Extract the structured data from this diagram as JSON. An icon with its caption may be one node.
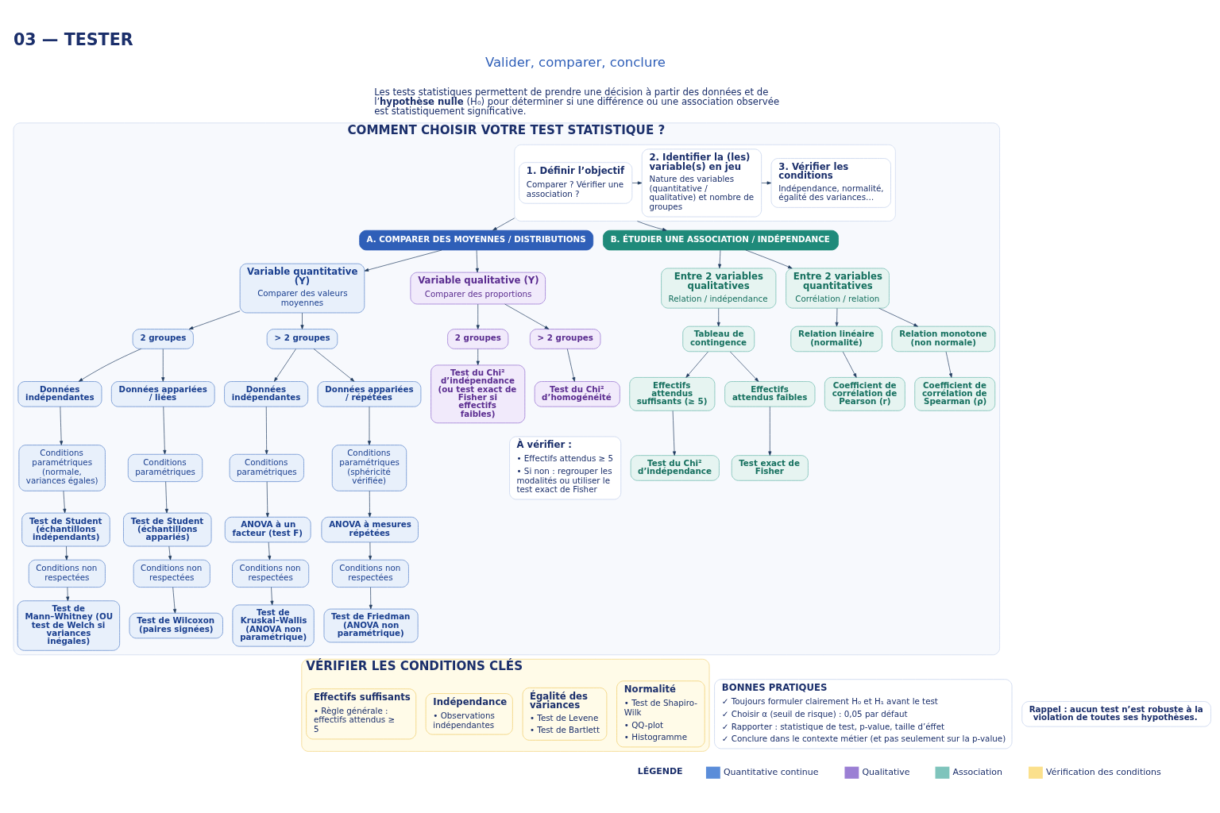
{
  "diagram": {
    "title": "03 — TESTER",
    "nodes": [
      {
        "text": [
          "COMMENT CHOISIR VOTRE TEST STATISTIQUE ?"
        ]
      },
      {
        "text": [],
        "shape": "box",
        "in": 0
      },
      {
        "text": [
          "1. Définir l’objectif",
          "Comparer ? Vérifier une association ?"
        ],
        "in": 1
      },
      {
        "text": [
          "2. Identifier la (les) variable(s) en jeu",
          "Nature des variables (quantitative / qualitative) et nombre de groupes"
        ],
        "in": 1
      },
      {
        "text": [
          "3. Vérifier les conditions",
          "Indépendance, normalité, égalité des variances…"
        ],
        "in": 1
      },
      {
        "text": [
          "A. COMPARER DES MOYENNES / DISTRIBUTIONS"
        ],
        "in": 0
      },
      {
        "text": [
          "B. ÉTUDIER UNE ASSOCIATION / INDÉPENDANCE"
        ],
        "in": 0
      },
      {
        "text": [
          "Variable quantitative (Y)",
          "Comparer des valeurs moyennes"
        ],
        "in": 0
      },
      {
        "text": [
          "2 groupes"
        ],
        "in": 0
      },
      {
        "text": [
          "> 2 groupes"
        ],
        "in": 0
      },
      {
        "text": [
          "Données indépendantes"
        ],
        "in": 0
      },
      {
        "text": [
          "Conditions paramétriques (normale, variances égales)"
        ],
        "in": 0
      },
      {
        "text": [
          "Test de Student (échantillons indépendants)"
        ],
        "in": 0
      },
      {
        "text": [
          "Conditions non respectées"
        ],
        "in": 0
      },
      {
        "text": [
          "Test de Mann–Whitney (OU test de Welch si variances inégales)"
        ],
        "in": 0
      },
      {
        "text": [
          "Données appariées / liées"
        ],
        "in": 0
      },
      {
        "text": [
          "Conditions paramétriques"
        ],
        "in": 0
      },
      {
        "text": [
          "Test de Student (échantillons appariés)"
        ],
        "in": 0
      },
      {
        "text": [
          "Conditions non respectées"
        ],
        "in": 0
      },
      {
        "text": [
          "Test de Wilcoxon (paires signées)"
        ],
        "in": 0
      },
      {
        "text": [
          "Données indépendantes"
        ],
        "in": 0
      },
      {
        "text": [
          "Conditions paramétriques"
        ],
        "in": 0
      },
      {
        "text": [
          "ANOVA à un facteur (test F)"
        ],
        "in": 0
      },
      {
        "text": [
          "Conditions non respectées"
        ],
        "in": 0
      },
      {
        "text": [
          "Test de Kruskal–Wallis (ANOVA non paramétrique)"
        ],
        "in": 0
      },
      {
        "text": [
          "Données appariées / répétées"
        ],
        "in": 0
      },
      {
        "text": [
          "Conditions paramétriques (sphéricité vérifiée)"
        ],
        "in": 0
      },
      {
        "text": [
          "ANOVA à mesures répétées"
        ],
        "in": 0
      },
      {
        "text": [
          "Conditions non respectées"
        ],
        "in": 0
      },
      {
        "text": [
          "Test de Friedman (ANOVA non paramétrique)"
        ],
        "in": 0
      },
      {
        "text": [
          "Variable qualitative (Y)",
          "Comparer des proportions"
        ],
        "in": 0
      },
      {
        "text": [
          "2 groupes"
        ],
        "in": 0
      },
      {
        "text": [
          "> 2 groupes"
        ],
        "in": 0
      },
      {
        "text": [
          "Test du Chi² d’indépendance (ou test exact de Fisher si effectifs faibles)"
        ],
        "in": 0
      },
      {
        "text": [
          "Test du Chi² d’homogénéité"
        ],
        "in": 0
      },
      {
        "text": [
          "À vérifier :",
          "• Effectifs attendus ≥ 5",
          "• Si non : regrouper les modalités ou utiliser le test exact de Fisher"
        ],
        "in": 0
      },
      {
        "text": [
          "Entre 2 variables qualitatives",
          "Relation / indépendance"
        ],
        "in": 0
      },
      {
        "text": [
          "Tableau de contingence"
        ],
        "in": 0
      },
      {
        "text": [
          "Effectifs attendus suffisants (≥ 5)"
        ],
        "in": 0
      },
      {
        "text": [
          "Test du Chi² d’indépendance"
        ],
        "in": 0
      },
      {
        "text": [
          "Effectifs attendus faibles"
        ],
        "in": 0
      },
      {
        "text": [
          "Test exact de Fisher"
        ],
        "in": 0
      },
      {
        "text": [
          "Entre 2 variables quantitatives",
          "Corrélation / relation"
        ],
        "in": 0
      },
      {
        "text": [
          "Relation linéaire (normalité)"
        ],
        "in": 0
      },
      {
        "text": [
          "Coefficient de corrélation de Pearson (r)"
        ],
        "in": 0
      },
      {
        "text": [
          "Relation monotone (non normale)"
        ],
        "in": 0
      },
      {
        "text": [
          "Coefficient de corrélation de Spearman (ρ)"
        ],
        "in": 0
      },
      {
        "text": [
          "VÉRIFIER LES CONDITIONS CLÉS"
        ]
      },
      {
        "text": [
          "Normalité",
          "• Test de Shapiro-Wilk",
          "• QQ-plot",
          "• Histogramme"
        ],
        "in": 47
      },
      {
        "text": [
          "Égalité des variances",
          "• Test de Levene",
          "• Test de Bartlett"
        ],
        "in": 47
      },
      {
        "text": [
          "Indépendance",
          "• Observations indépendantes"
        ],
        "in": 47
      },
      {
        "text": [
          "Effectifs suffisants",
          "• Règle générale : effectifs attendus ≥ 5"
        ],
        "in": 47
      },
      {
        "text": [
          "BONNES PRATIQUES",
          "✓ Toujours formuler clairement H₀ et H₁ avant le test",
          "✓ Choisir α (seuil de risque) : 0,05 par défaut",
          "✓ Rapporter : statistique de test, p-value, taille d’éffet",
          "✓ Conclure dans le contexte métier (et pas seulement sur la p-value)"
        ]
      },
      {
        "text": [
          "Rappel : aucun test n’est robuste à la violation de toutes ses hypothèses."
        ]
      }
    ],
    "edges": [
      {
        "from": 2,
        "to": 3,
        "arrow": "to"
      },
      {
        "from": 3,
        "to": 4,
        "arrow": "to"
      },
      {
        "from": 1,
        "to": 5,
        "arrow": "to"
      },
      {
        "from": 1,
        "to": 6,
        "arrow": "to"
      },
      {
        "from": 5,
        "to": 7,
        "arrow": "to"
      },
      {
        "from": 5,
        "to": 30,
        "arrow": "to"
      },
      {
        "from": 7,
        "to": 8,
        "arrow": "to"
      },
      {
        "from": 7,
        "to": 9,
        "arrow": "to"
      },
      {
        "from": 8,
        "to": 10,
        "arrow": "to"
      },
      {
        "from": 8,
        "to": 15,
        "arrow": "to"
      },
      {
        "from": 10,
        "to": 11,
        "arrow": "to"
      },
      {
        "from": 11,
        "to": 12,
        "arrow": "to"
      },
      {
        "from": 12,
        "to": 13,
        "arrow": "to"
      },
      {
        "from": 13,
        "to": 14,
        "arrow": "to"
      },
      {
        "from": 15,
        "to": 16,
        "arrow": "to"
      },
      {
        "from": 16,
        "to": 17,
        "arrow": "to"
      },
      {
        "from": 17,
        "to": 18,
        "arrow": "to"
      },
      {
        "from": 18,
        "to": 19,
        "arrow": "to"
      },
      {
        "from": 9,
        "to": 20,
        "arrow": "to"
      },
      {
        "from": 9,
        "to": 25,
        "arrow": "to"
      },
      {
        "from": 20,
        "to": 21,
        "arrow": "to"
      },
      {
        "from": 21,
        "to": 22,
        "arrow": "to"
      },
      {
        "from": 22,
        "to": 23,
        "arrow": "to"
      },
      {
        "from": 23,
        "to": 24,
        "arrow": "to"
      },
      {
        "from": 25,
        "to": 26,
        "arrow": "to"
      },
      {
        "from": 26,
        "to": 27,
        "arrow": "to"
      },
      {
        "from": 27,
        "to": 28,
        "arrow": "to"
      },
      {
        "from": 28,
        "to": 29,
        "arrow": "to"
      },
      {
        "from": 30,
        "to": 31,
        "arrow": "to"
      },
      {
        "from": 30,
        "to": 32,
        "arrow": "to"
      },
      {
        "from": 31,
        "to": 33,
        "arrow": "to"
      },
      {
        "from": 32,
        "to": 34,
        "arrow": "to"
      },
      {
        "from": 6,
        "to": 36,
        "arrow": "to"
      },
      {
        "from": 6,
        "to": 42,
        "arrow": "to"
      },
      {
        "from": 36,
        "to": 37,
        "arrow": "to"
      },
      {
        "from": 37,
        "to": 38,
        "arrow": "to"
      },
      {
        "from": 37,
        "to": 40,
        "arrow": "to"
      },
      {
        "from": 38,
        "to": 39,
        "arrow": "to"
      },
      {
        "from": 40,
        "to": 41,
        "arrow": "to"
      },
      {
        "from": 42,
        "to": 43,
        "arrow": "to"
      },
      {
        "from": 42,
        "to": 45,
        "arrow": "to"
      },
      {
        "from": 43,
        "to": 44,
        "arrow": "to"
      },
      {
        "from": 45,
        "to": 46,
        "arrow": "to"
      }
    ],
    "labels": [
      "Valider, comparer, conclure",
      "Les tests statistiques permettent de prendre une décision à partir des données et de l’**hypothèse nulle** (H₀) pour déterminer si une différence ou une association observée est statistiquement significative.",
      "LÉGENDE"
    ],
    "legend": [
      {
        "text": "Quantitative continue",
        "color": "#5b8dd9"
      },
      {
        "text": "Qualitative",
        "color": "#9b7fd4"
      },
      {
        "text": "Association",
        "color": "#7fc4bc"
      },
      {
        "text": "Vérification des conditions",
        "color": "#fbe08c"
      }
    ]
  }
}
